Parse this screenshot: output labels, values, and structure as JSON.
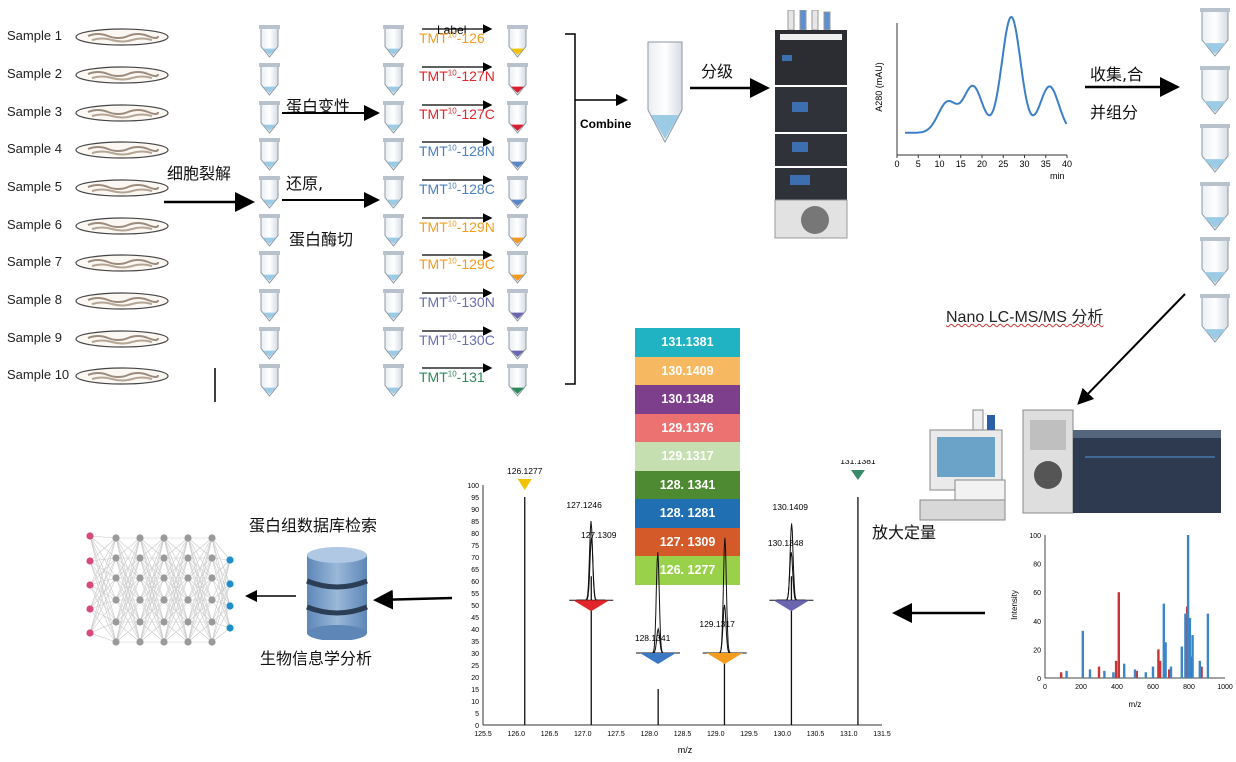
{
  "samples": [
    "Sample 1",
    "Sample 2",
    "Sample 3",
    "Sample 4",
    "Sample 5",
    "Sample 6",
    "Sample 7",
    "Sample 8",
    "Sample 9",
    "Sample 10"
  ],
  "steps": {
    "lysis": "细胞裂解",
    "denature": "蛋白变性",
    "reduce": "还原,",
    "digest": "蛋白酶切",
    "label_header": "Label",
    "combine": "Combine",
    "fractionate": "分级",
    "collect_line1": "收集,合",
    "collect_line2": "并组分",
    "lcms": "Nano LC-MS/MS 分析",
    "amplify": "放大定量",
    "db_search": "蛋白组数据库检索",
    "bioinfo": "生物信息学分析"
  },
  "tmt_labels": [
    {
      "base": "TMT",
      "sup": "10",
      "suffix": "-126",
      "color": "#f39c1e",
      "tube": "#f2c200"
    },
    {
      "base": "TMT",
      "sup": "10",
      "suffix": "-127N",
      "color": "#e0262a",
      "tube": "#d42030"
    },
    {
      "base": "TMT",
      "sup": "10",
      "suffix": "-127C",
      "color": "#e0262a",
      "tube": "#d42030"
    },
    {
      "base": "TMT",
      "sup": "10",
      "suffix": "-128N",
      "color": "#4a7fc1",
      "tube": "#5a86c4"
    },
    {
      "base": "TMT",
      "sup": "10",
      "suffix": "-128C",
      "color": "#4a7fc1",
      "tube": "#5a86c4"
    },
    {
      "base": "TMT",
      "sup": "10",
      "suffix": "-129N",
      "color": "#f39c1e",
      "tube": "#f29a1e"
    },
    {
      "base": "TMT",
      "sup": "10",
      "suffix": "-129C",
      "color": "#f39c1e",
      "tube": "#f29a1e"
    },
    {
      "base": "TMT",
      "sup": "10",
      "suffix": "-130N",
      "color": "#6b6fb0",
      "tube": "#6b65b0"
    },
    {
      "base": "TMT",
      "sup": "10",
      "suffix": "-130C",
      "color": "#6b6fb0",
      "tube": "#6b65b0"
    },
    {
      "base": "TMT",
      "sup": "10",
      "suffix": "-131",
      "color": "#2e8a5a",
      "tube": "#2e8a5a"
    }
  ],
  "mz_boxes": [
    {
      "label": "131.1381",
      "color": "#1fb3c4"
    },
    {
      "label": "130.1409",
      "color": "#f6b962"
    },
    {
      "label": "130.1348",
      "color": "#7d3e8c"
    },
    {
      "label": "129.1376",
      "color": "#ec7272"
    },
    {
      "label": "129.1317",
      "color": "#c6dfb0"
    },
    {
      "label": "128. 1341",
      "color": "#4e8a32"
    },
    {
      "label": "128. 1281",
      "color": "#1f6fb2"
    },
    {
      "label": "127. 1309",
      "color": "#d45a2a"
    },
    {
      "label": "126. 1277",
      "color": "#9ad14a"
    }
  ],
  "chromatogram": {
    "ylabel": "A280 (mAU)",
    "xlabel": "min",
    "xticks": [
      "0",
      "5",
      "10",
      "15",
      "20",
      "25",
      "30",
      "35",
      "40"
    ],
    "peaks": [
      {
        "x": 10,
        "h": 0.25
      },
      {
        "x": 16,
        "h": 0.38
      },
      {
        "x": 25,
        "h": 0.95
      },
      {
        "x": 34,
        "h": 0.38
      }
    ]
  },
  "chart_data": [
    {
      "type": "bar",
      "xlabel": "m/z",
      "ylabel": "",
      "xlim": [
        125.5,
        131.5
      ],
      "ylim": [
        0,
        100
      ],
      "xticks": [
        "125.5",
        "126.0",
        "126.5",
        "127.0",
        "127.5",
        "128.0",
        "128.5",
        "129.0",
        "129.5",
        "130.0",
        "130.5",
        "131.0",
        "131.5"
      ],
      "yticks": [
        "0",
        "5",
        "10",
        "15",
        "20",
        "25",
        "30",
        "35",
        "40",
        "45",
        "50",
        "55",
        "60",
        "65",
        "70",
        "75",
        "80",
        "85",
        "90",
        "95",
        "100"
      ],
      "peaks": [
        {
          "x": 126.1277,
          "y": 95,
          "label": "126.1277",
          "color": "#f2c200"
        },
        {
          "x": 127.1246,
          "y": 85,
          "label": "127.1246"
        },
        {
          "x": 127.1309,
          "y": 78,
          "label": "127.1309",
          "color": "#e0262a"
        },
        {
          "x": 128.1341,
          "y": 15,
          "label": "128.1341",
          "color": "#3b78c4"
        },
        {
          "x": 129.1317,
          "y": 30,
          "label": "129.1317",
          "color": "#f39c1e"
        },
        {
          "x": 130.1348,
          "y": 72,
          "label": "130.1348"
        },
        {
          "x": 130.1409,
          "y": 84,
          "label": "130.1409",
          "color": "#6b65b0"
        },
        {
          "x": 131.1381,
          "y": 95,
          "label": "131.1381",
          "color": "#3a8a6a"
        }
      ]
    },
    {
      "type": "bar",
      "xlabel": "m/z",
      "ylabel": "Intensity",
      "xlim": [
        0,
        1000
      ],
      "ylim": [
        0,
        100
      ],
      "xticks": [
        "0",
        "200",
        "400",
        "600",
        "800",
        "1000"
      ],
      "yticks": [
        "0",
        "20",
        "40",
        "60",
        "80",
        "100"
      ],
      "series": [
        {
          "color": "#c93535",
          "points": [
            [
              90,
              4
            ],
            [
              300,
              8
            ],
            [
              395,
              12
            ],
            [
              410,
              60
            ],
            [
              510,
              5
            ],
            [
              630,
              20
            ],
            [
              640,
              12
            ],
            [
              690,
              6
            ],
            [
              790,
              50
            ],
            [
              810,
              15
            ],
            [
              870,
              8
            ]
          ]
        },
        {
          "color": "#3b86c8",
          "points": [
            [
              120,
              5
            ],
            [
              210,
              33
            ],
            [
              250,
              6
            ],
            [
              330,
              5
            ],
            [
              380,
              4
            ],
            [
              440,
              10
            ],
            [
              500,
              6
            ],
            [
              560,
              4
            ],
            [
              600,
              8
            ],
            [
              660,
              52
            ],
            [
              670,
              25
            ],
            [
              700,
              8
            ],
            [
              760,
              22
            ],
            [
              780,
              45
            ],
            [
              795,
              100
            ],
            [
              805,
              42
            ],
            [
              820,
              30
            ],
            [
              860,
              12
            ],
            [
              905,
              45
            ]
          ]
        }
      ]
    }
  ]
}
